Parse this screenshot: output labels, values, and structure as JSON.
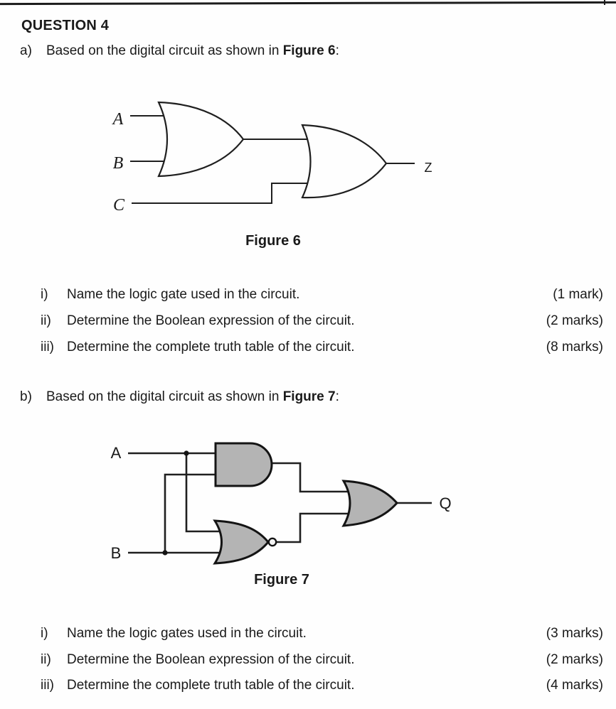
{
  "document": {
    "title": "QUESTION 4",
    "parts": [
      {
        "label": "a)",
        "intro": {
          "prefix": "Based on the digital circuit as shown in ",
          "bold": "Figure 6",
          "suffix": ":"
        },
        "figure": {
          "caption": "Figure 6",
          "gates": [
            "OR",
            "OR"
          ],
          "input_labels": [
            "A",
            "B",
            "C"
          ],
          "output_label": "Z"
        },
        "questions": [
          {
            "num": "i)",
            "text": "Name the logic gate used in the circuit.",
            "marks": "(1 mark)"
          },
          {
            "num": "ii)",
            "text": "Determine the Boolean expression of the circuit.",
            "marks": "(2 marks)"
          },
          {
            "num": "iii)",
            "text": "Determine the complete truth table of the circuit.",
            "marks": "(8 marks)"
          }
        ]
      },
      {
        "label": "b)",
        "intro": {
          "prefix": "Based on the digital circuit as shown in ",
          "bold": "Figure 7",
          "suffix": ":"
        },
        "figure": {
          "caption": "Figure 7",
          "gates": [
            "AND",
            "NOR",
            "OR"
          ],
          "input_labels": [
            "A",
            "B"
          ],
          "output_label": "Q"
        },
        "questions": [
          {
            "num": "i)",
            "text": "Name the logic gates used in the circuit.",
            "marks": "(3 marks)"
          },
          {
            "num": "ii)",
            "text": "Determine the Boolean expression of the circuit.",
            "marks": "(2 marks)"
          },
          {
            "num": "iii)",
            "text": "Determine the complete truth table of the circuit.",
            "marks": "(4 marks)"
          }
        ]
      }
    ]
  }
}
